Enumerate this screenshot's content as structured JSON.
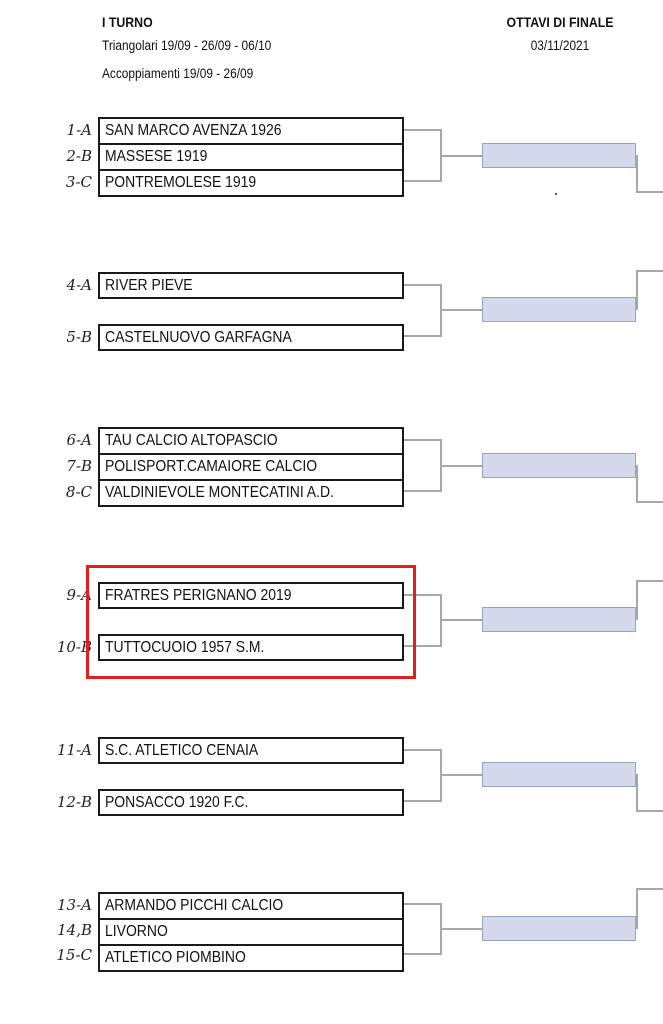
{
  "header": {
    "round1_title": "I TURNO",
    "round1_line1": "Triangolari 19/09 - 26/09 - 06/10",
    "round1_line2": "Accoppiamenti 19/09 - 26/09",
    "round2_title": "OTTAVI DI FINALE",
    "round2_date": "03/11/2021"
  },
  "groups": [
    {
      "type": "triangolare",
      "entries": [
        {
          "seed": "1-A",
          "team": "SAN MARCO AVENZA 1926"
        },
        {
          "seed": "2-B",
          "team": "MASSESE 1919"
        },
        {
          "seed": "3-C",
          "team": "PONTREMOLESE 1919"
        }
      ]
    },
    {
      "type": "accoppiamento",
      "entries": [
        {
          "seed": "4-A",
          "team": "RIVER PIEVE"
        },
        {
          "seed": "5-B",
          "team": "CASTELNUOVO GARFAGNA"
        }
      ]
    },
    {
      "type": "triangolare",
      "entries": [
        {
          "seed": "6-A",
          "team": "TAU CALCIO ALTOPASCIO"
        },
        {
          "seed": "7-B",
          "team": "POLISPORT.CAMAIORE CALCIO"
        },
        {
          "seed": "8-C",
          "team": "VALDINIEVOLE MONTECATINI A.D."
        }
      ]
    },
    {
      "type": "accoppiamento",
      "highlighted": true,
      "entries": [
        {
          "seed": "9-A",
          "team": "FRATRES PERIGNANO 2019"
        },
        {
          "seed": "10-B",
          "team": "TUTTOCUOIO 1957 S.M."
        }
      ]
    },
    {
      "type": "accoppiamento",
      "entries": [
        {
          "seed": "11-A",
          "team": "S.C. ATLETICO CENAIA"
        },
        {
          "seed": "12-B",
          "team": "PONSACCO 1920 F.C."
        }
      ]
    },
    {
      "type": "triangolare",
      "entries": [
        {
          "seed": "13-A",
          "team": "ARMANDO PICCHI CALCIO"
        },
        {
          "seed": "14,B",
          "team": "LIVORNO"
        },
        {
          "seed": "15-C",
          "team": "ATLETICO PIOMBINO"
        }
      ]
    }
  ],
  "colors": {
    "slot_fill": "#d5d9ec",
    "connector": "#a8a8a8",
    "highlight": "#e02020"
  }
}
